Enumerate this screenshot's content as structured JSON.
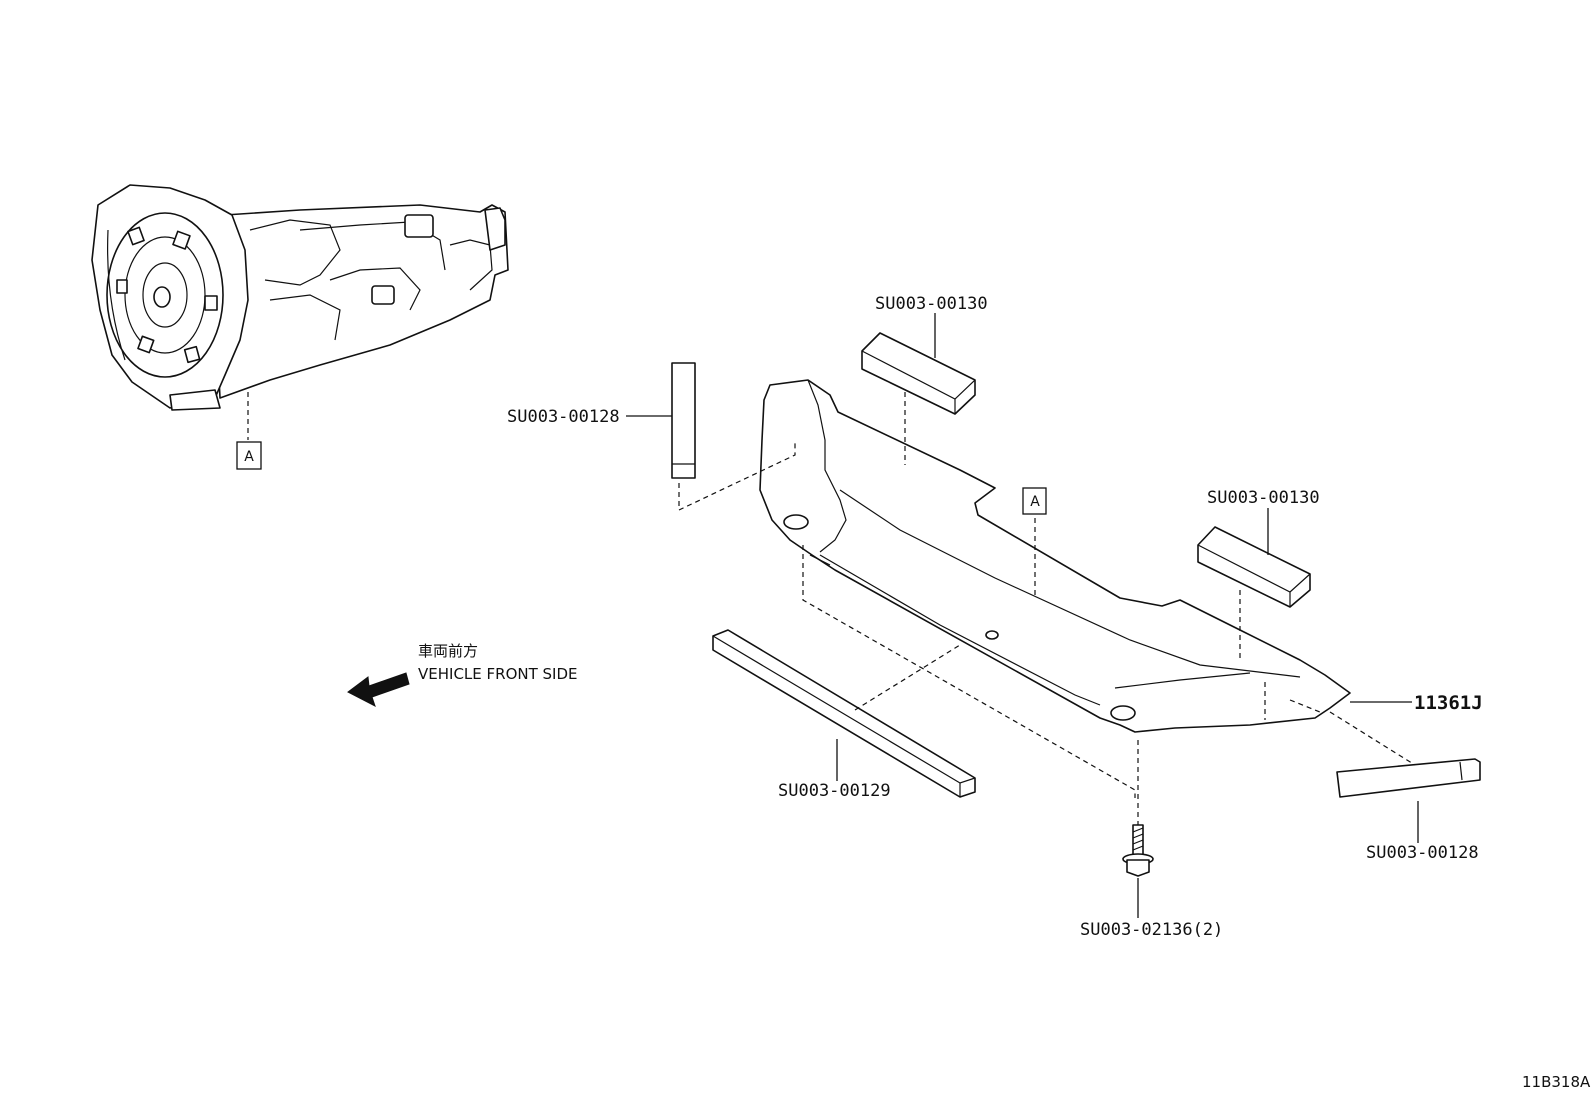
{
  "callouts": {
    "main_part": "11361J",
    "pad_top_left": "SU003-00128",
    "block_top_center": "SU003-00130",
    "block_right": "SU003-00130",
    "strip_bottom": "SU003-00129",
    "pad_bottom_right": "SU003-00128",
    "bolt": "SU003-02136(2)"
  },
  "reference_markers": {
    "transmission": "A",
    "plate": "A"
  },
  "direction": {
    "label_jp": "車両前方",
    "label_en": "VEHICLE FRONT SIDE"
  },
  "figure_code": "11B318A"
}
